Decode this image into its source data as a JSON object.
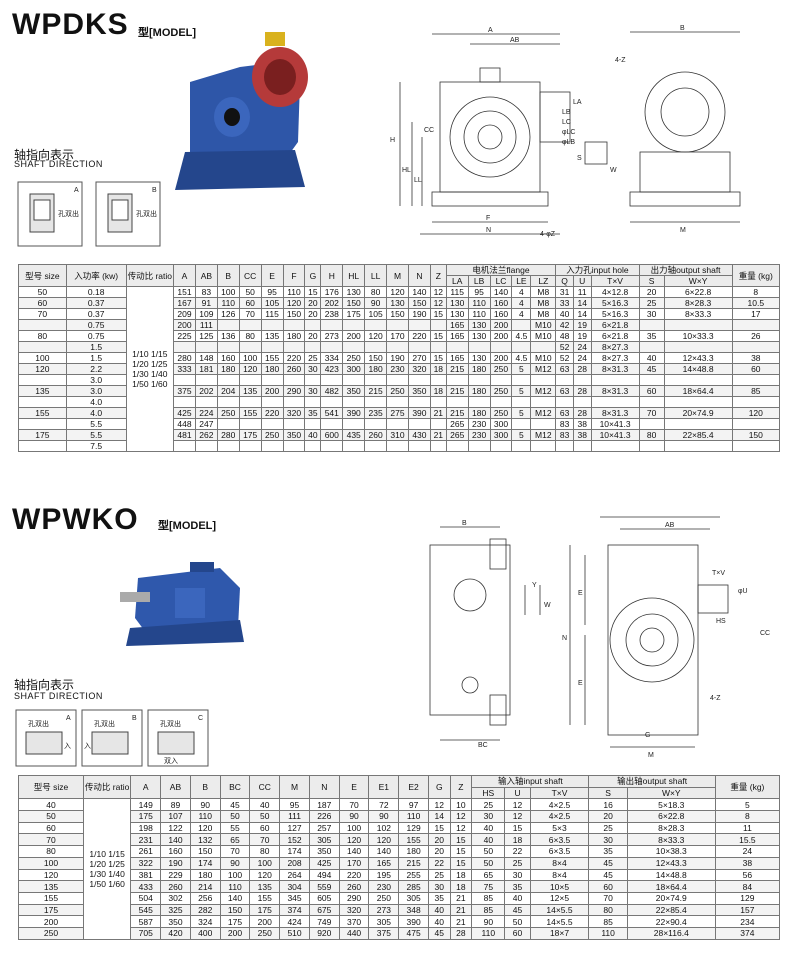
{
  "wpdks": {
    "title": "WPDKS",
    "model_label": "型[MODEL]",
    "shaft_dir_cn": "轴指向表示",
    "shaft_dir_en": "SHAFT DIRECTION",
    "shaft_labels": [
      "A",
      "B"
    ],
    "shaft_tag": "孔双出",
    "dim_labels": [
      "A",
      "AB",
      "B",
      "4-Z",
      "H",
      "HL",
      "CC",
      "LL",
      "LA",
      "LB",
      "LC",
      "S",
      "W",
      "F",
      "N",
      "M",
      "4-φZ",
      "φLC",
      "φLB"
    ],
    "headers_top": [
      "型号 size",
      "入功率 (kw)",
      "传动比 ratio",
      "A",
      "AB",
      "B",
      "CC",
      "E",
      "F",
      "G",
      "H",
      "HL",
      "LL",
      "M",
      "N",
      "Z",
      "电机法兰flange",
      "入力孔input hole",
      "出力轴output shaft",
      "重量 (kg)"
    ],
    "headers_sub": [
      "LA",
      "LB",
      "LC",
      "LE",
      "LZ",
      "Q",
      "U",
      "T×V",
      "S",
      "W×Y"
    ],
    "ratio_text": "1/10 1/15 1/20 1/25 1/30 1/40 1/50 1/60",
    "rows": [
      [
        "50",
        "0.18",
        "151",
        "83",
        "100",
        "50",
        "95",
        "110",
        "15",
        "176",
        "130",
        "80",
        "120",
        "140",
        "12",
        "115",
        "95",
        "140",
        "4",
        "M8",
        "31",
        "11",
        "4×12.8",
        "20",
        "6×22.8",
        "8"
      ],
      [
        "60",
        "0.37",
        "167",
        "91",
        "110",
        "60",
        "105",
        "120",
        "20",
        "202",
        "150",
        "90",
        "130",
        "150",
        "12",
        "130",
        "110",
        "160",
        "4",
        "M8",
        "33",
        "14",
        "5×16.3",
        "25",
        "8×28.3",
        "10.5"
      ],
      [
        "70",
        "0.37",
        "209",
        "109",
        "126",
        "70",
        "115",
        "150",
        "20",
        "238",
        "175",
        "105",
        "150",
        "190",
        "15",
        "130",
        "110",
        "160",
        "4",
        "M8",
        "40",
        "14",
        "5×16.3",
        "30",
        "8×33.3",
        "17"
      ],
      [
        "",
        "0.75",
        "200",
        "111",
        "",
        "",
        "",
        "",
        "",
        "",
        "",
        "",
        "",
        "",
        "",
        "165",
        "130",
        "200",
        "",
        "M10",
        "42",
        "19",
        "6×21.8",
        "",
        "",
        ""
      ],
      [
        "80",
        "0.75",
        "225",
        "125",
        "136",
        "80",
        "135",
        "180",
        "20",
        "273",
        "200",
        "120",
        "170",
        "220",
        "15",
        "165",
        "130",
        "200",
        "4.5",
        "M10",
        "48",
        "19",
        "6×21.8",
        "35",
        "10×33.3",
        "26"
      ],
      [
        "",
        "1.5",
        "",
        "",
        "",
        "",
        "",
        "",
        "",
        "",
        "",
        "",
        "",
        "",
        "",
        "",
        "",
        "",
        "",
        "",
        "52",
        "24",
        "8×27.3",
        "",
        "",
        ""
      ],
      [
        "100",
        "1.5",
        "280",
        "148",
        "160",
        "100",
        "155",
        "220",
        "25",
        "334",
        "250",
        "150",
        "190",
        "270",
        "15",
        "165",
        "130",
        "200",
        "4.5",
        "M10",
        "52",
        "24",
        "8×27.3",
        "40",
        "12×43.3",
        "38"
      ],
      [
        "120",
        "2.2",
        "333",
        "181",
        "180",
        "120",
        "180",
        "260",
        "30",
        "423",
        "300",
        "180",
        "230",
        "320",
        "18",
        "215",
        "180",
        "250",
        "5",
        "M12",
        "63",
        "28",
        "8×31.3",
        "45",
        "14×48.8",
        "60"
      ],
      [
        "",
        "3.0",
        "",
        "",
        "",
        "",
        "",
        "",
        "",
        "",
        "",
        "",
        "",
        "",
        "",
        "",
        "",
        "",
        "",
        "",
        "",
        "",
        "",
        "",
        "",
        ""
      ],
      [
        "135",
        "3.0",
        "375",
        "202",
        "204",
        "135",
        "200",
        "290",
        "30",
        "482",
        "350",
        "215",
        "250",
        "350",
        "18",
        "215",
        "180",
        "250",
        "5",
        "M12",
        "63",
        "28",
        "8×31.3",
        "60",
        "18×64.4",
        "85"
      ],
      [
        "",
        "4.0",
        "",
        "",
        "",
        "",
        "",
        "",
        "",
        "",
        "",
        "",
        "",
        "",
        "",
        "",
        "",
        "",
        "",
        "",
        "",
        "",
        "",
        "",
        "",
        ""
      ],
      [
        "155",
        "4.0",
        "425",
        "224",
        "250",
        "155",
        "220",
        "320",
        "35",
        "541",
        "390",
        "235",
        "275",
        "390",
        "21",
        "215",
        "180",
        "250",
        "5",
        "M12",
        "63",
        "28",
        "8×31.3",
        "70",
        "20×74.9",
        "120"
      ],
      [
        "",
        "5.5",
        "448",
        "247",
        "",
        "",
        "",
        "",
        "",
        "",
        "",
        "",
        "",
        "",
        "",
        "265",
        "230",
        "300",
        "",
        "",
        "83",
        "38",
        "10×41.3",
        "",
        "",
        ""
      ],
      [
        "175",
        "5.5",
        "481",
        "262",
        "280",
        "175",
        "250",
        "350",
        "40",
        "600",
        "435",
        "260",
        "310",
        "430",
        "21",
        "265",
        "230",
        "300",
        "5",
        "M12",
        "83",
        "38",
        "10×41.3",
        "80",
        "22×85.4",
        "150"
      ],
      [
        "",
        "7.5",
        "",
        "",
        "",
        "",
        "",
        "",
        "",
        "",
        "",
        "",
        "",
        "",
        "",
        "",
        "",
        "",
        "",
        "",
        "",
        "",
        "",
        "",
        "",
        ""
      ]
    ]
  },
  "wpwko": {
    "title": "WPWKO",
    "model_label": "型[MODEL]",
    "shaft_dir_cn": "轴指向表示",
    "shaft_dir_en": "SHAFT DIRECTION",
    "shaft_labels": [
      "A",
      "B",
      "C"
    ],
    "shaft_tags": [
      "孔双出",
      "孔双出",
      "孔双出",
      "入",
      "入",
      "双入"
    ],
    "dim_labels": [
      "B",
      "A",
      "AB",
      "T×V",
      "φU",
      "HS",
      "CC",
      "Y",
      "W",
      "N",
      "E",
      "E",
      "BC",
      "G",
      "M",
      "4-Z"
    ],
    "headers_top": [
      "型号 size",
      "传动比 ratio",
      "A",
      "AB",
      "B",
      "BC",
      "CC",
      "M",
      "N",
      "E",
      "E1",
      "E2",
      "G",
      "Z",
      "输入轴input shaft",
      "输出轴output shaft",
      "重量 (kg)"
    ],
    "headers_sub": [
      "HS",
      "U",
      "T×V",
      "S",
      "W×Y"
    ],
    "ratio_text": "1/10 1/15 1/20 1/25 1/30 1/40 1/50 1/60",
    "rows": [
      [
        "40",
        "149",
        "89",
        "90",
        "45",
        "40",
        "95",
        "187",
        "70",
        "72",
        "97",
        "12",
        "10",
        "25",
        "12",
        "4×2.5",
        "16",
        "5×18.3",
        "5"
      ],
      [
        "50",
        "175",
        "107",
        "110",
        "50",
        "50",
        "111",
        "226",
        "90",
        "90",
        "110",
        "14",
        "12",
        "30",
        "12",
        "4×2.5",
        "20",
        "6×22.8",
        "8"
      ],
      [
        "60",
        "198",
        "122",
        "120",
        "55",
        "60",
        "127",
        "257",
        "100",
        "102",
        "129",
        "15",
        "12",
        "40",
        "15",
        "5×3",
        "25",
        "8×28.3",
        "11"
      ],
      [
        "70",
        "231",
        "140",
        "132",
        "65",
        "70",
        "152",
        "305",
        "120",
        "120",
        "155",
        "20",
        "15",
        "40",
        "18",
        "6×3.5",
        "30",
        "8×33.3",
        "15.5"
      ],
      [
        "80",
        "261",
        "160",
        "150",
        "70",
        "80",
        "174",
        "350",
        "140",
        "140",
        "180",
        "20",
        "15",
        "50",
        "22",
        "6×3.5",
        "35",
        "10×38.3",
        "24"
      ],
      [
        "100",
        "322",
        "190",
        "174",
        "90",
        "100",
        "208",
        "425",
        "170",
        "165",
        "215",
        "22",
        "15",
        "50",
        "25",
        "8×4",
        "45",
        "12×43.3",
        "38"
      ],
      [
        "120",
        "381",
        "229",
        "180",
        "100",
        "120",
        "264",
        "494",
        "220",
        "195",
        "255",
        "25",
        "18",
        "65",
        "30",
        "8×4",
        "45",
        "14×48.8",
        "56"
      ],
      [
        "135",
        "433",
        "260",
        "214",
        "110",
        "135",
        "304",
        "559",
        "260",
        "230",
        "285",
        "30",
        "18",
        "75",
        "35",
        "10×5",
        "60",
        "18×64.4",
        "84"
      ],
      [
        "155",
        "504",
        "302",
        "256",
        "140",
        "155",
        "345",
        "605",
        "290",
        "250",
        "305",
        "35",
        "21",
        "85",
        "40",
        "12×5",
        "70",
        "20×74.9",
        "129"
      ],
      [
        "175",
        "545",
        "325",
        "282",
        "150",
        "175",
        "374",
        "675",
        "320",
        "273",
        "348",
        "40",
        "21",
        "85",
        "45",
        "14×5.5",
        "80",
        "22×85.4",
        "157"
      ],
      [
        "200",
        "587",
        "350",
        "324",
        "175",
        "200",
        "424",
        "749",
        "370",
        "305",
        "390",
        "40",
        "21",
        "90",
        "50",
        "14×5.5",
        "85",
        "22×90.4",
        "234"
      ],
      [
        "250",
        "705",
        "420",
        "400",
        "200",
        "250",
        "510",
        "920",
        "440",
        "375",
        "475",
        "45",
        "28",
        "110",
        "60",
        "18×7",
        "110",
        "28×116.4",
        "374"
      ]
    ]
  }
}
